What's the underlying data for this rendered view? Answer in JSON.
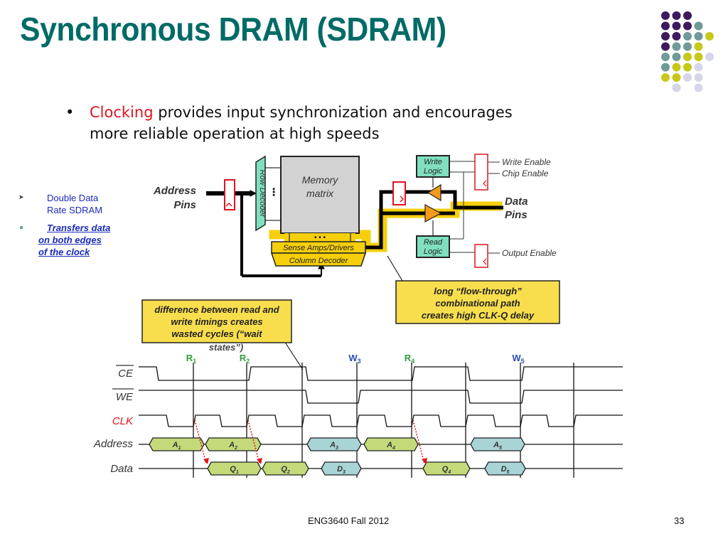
{
  "slide": {
    "title": "Synchronous DRAM (SDRAM)",
    "footer_left": "ENG3640 Fall 2012",
    "page_number": "33"
  },
  "decor": {
    "dot_colors": {
      "purple": "#3d1a5e",
      "teal": "#6f9a98",
      "yellow": "#c6c81a",
      "lavender": "#d6d6ea"
    }
  },
  "sidebar": {
    "item1": "Double Data Rate SDRAM",
    "item1_line1": "Double Data",
    "item1_line2": "Rate SDRAM",
    "item2_line1": "Transfers data",
    "item2_line2": "on both edges",
    "item2_line3": "of the clock"
  },
  "lead": {
    "bullet": "•",
    "highlight": "Clocking",
    "line1_rest": " provides input synchronization and encourages",
    "line2": "more reliable operation at high speeds"
  },
  "diagram": {
    "address_pins_1": "Address",
    "address_pins_2": "Pins",
    "row_decoder": "Row Decoder",
    "memory_1": "Memory",
    "memory_2": "matrix",
    "sense_amps": "Sense Amps/Drivers",
    "column_decoder": "Column Decoder",
    "write_logic_1": "Write",
    "write_logic_2": "Logic",
    "read_logic_1": "Read",
    "read_logic_2": "Logic",
    "write_enable": "Write Enable",
    "chip_enable": "Chip Enable",
    "output_enable": "Output Enable",
    "data_pins_1": "Data",
    "data_pins_2": "Pins",
    "ellipsis": "• • •",
    "callout_right_1": "long “flow-through”",
    "callout_right_2": "combinational path",
    "callout_right_3": "creates high CLK-Q delay",
    "callout_left_1": "difference between read and",
    "callout_left_2": "write timings creates",
    "callout_left_3": "wasted cycles (“wait",
    "callout_left_4": "states”)"
  },
  "timing": {
    "signals": [
      "CE",
      "WE",
      "CLK",
      "Address",
      "Data"
    ],
    "markers": [
      {
        "label": "R",
        "sub": "1",
        "color": "#2f9e3a"
      },
      {
        "label": "R",
        "sub": "2",
        "color": "#2f9e3a"
      },
      {
        "label": "W",
        "sub": "3",
        "color": "#2a4fb0"
      },
      {
        "label": "R",
        "sub": "4",
        "color": "#2f9e3a"
      },
      {
        "label": "W",
        "sub": "5",
        "color": "#2a4fb0"
      }
    ],
    "address_cells": [
      {
        "label": "A",
        "sub": "1",
        "kind": "read"
      },
      {
        "label": "A",
        "sub": "2",
        "kind": "read"
      },
      {
        "label": "A",
        "sub": "3",
        "kind": "write"
      },
      {
        "label": "A",
        "sub": "4",
        "kind": "read"
      },
      {
        "label": "A",
        "sub": "5",
        "kind": "write"
      }
    ],
    "data_cells": [
      {
        "label": "Q",
        "sub": "1",
        "kind": "read"
      },
      {
        "label": "Q",
        "sub": "2",
        "kind": "read"
      },
      {
        "label": "D",
        "sub": "3",
        "kind": "write"
      },
      {
        "label": "Q",
        "sub": "4",
        "kind": "read"
      },
      {
        "label": "D",
        "sub": "5",
        "kind": "write"
      }
    ],
    "colors": {
      "read": "#c4d97a",
      "write": "#a9d4d6",
      "clk_label": "#e0141e"
    }
  }
}
